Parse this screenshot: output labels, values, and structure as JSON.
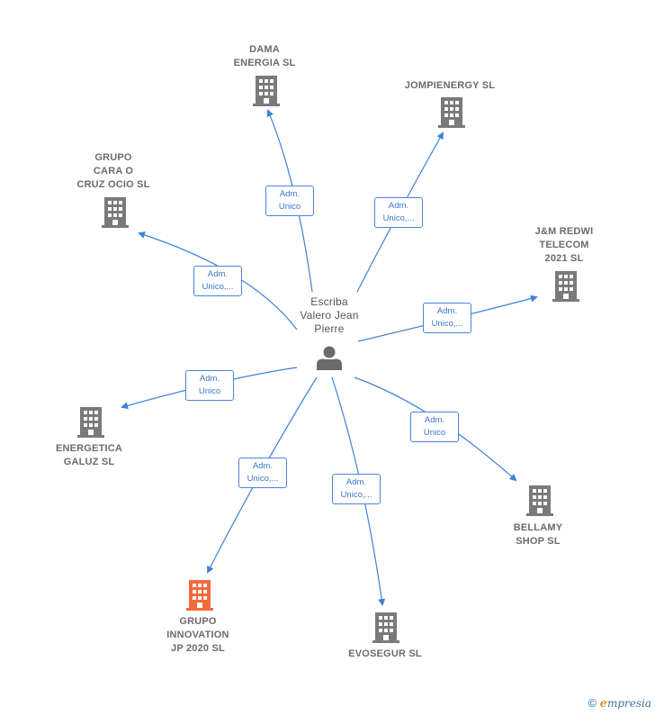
{
  "center": {
    "name": "Escriba\nValero Jean\nPierre",
    "icon": "person-icon"
  },
  "companies": [
    {
      "key": "dama",
      "name": "DAMA\nENERGIA SL",
      "highlight": false,
      "role": "Adm.\nUnico"
    },
    {
      "key": "jomp",
      "name": "JOMPIENERGY SL",
      "highlight": false,
      "role": "Adm.\nUnico,..."
    },
    {
      "key": "grupo_cara",
      "name": "GRUPO\nCARA O\nCRUZ OCIO SL",
      "highlight": false,
      "role": "Adm.\nUnico,..."
    },
    {
      "key": "jm",
      "name": "J&M REDWI\nTELECOM\n2021 SL",
      "highlight": false,
      "role": "Adm.\nUnico,..."
    },
    {
      "key": "energetica",
      "name": "ENERGETICA\nGALUZ SL",
      "highlight": false,
      "role": "Adm.\nUnico"
    },
    {
      "key": "bellamy",
      "name": "BELLAMY\nSHOP SL",
      "highlight": false,
      "role": "Adm.\nUnico"
    },
    {
      "key": "innovation",
      "name": "GRUPO\nINNOVATION\nJP 2020 SL",
      "highlight": true,
      "role": "Adm.\nUnico,..."
    },
    {
      "key": "evosegur",
      "name": "EVOSEGUR SL",
      "highlight": false,
      "role": "Adm.\nUnico,..."
    }
  ],
  "colors": {
    "edge": "#3f82d6",
    "building": "#7a7a7a",
    "highlight": "#f26a3d",
    "person": "#6a6a6a"
  },
  "footer": {
    "copyright": "©",
    "brand_initial": "e",
    "brand_rest": "mpresia"
  }
}
